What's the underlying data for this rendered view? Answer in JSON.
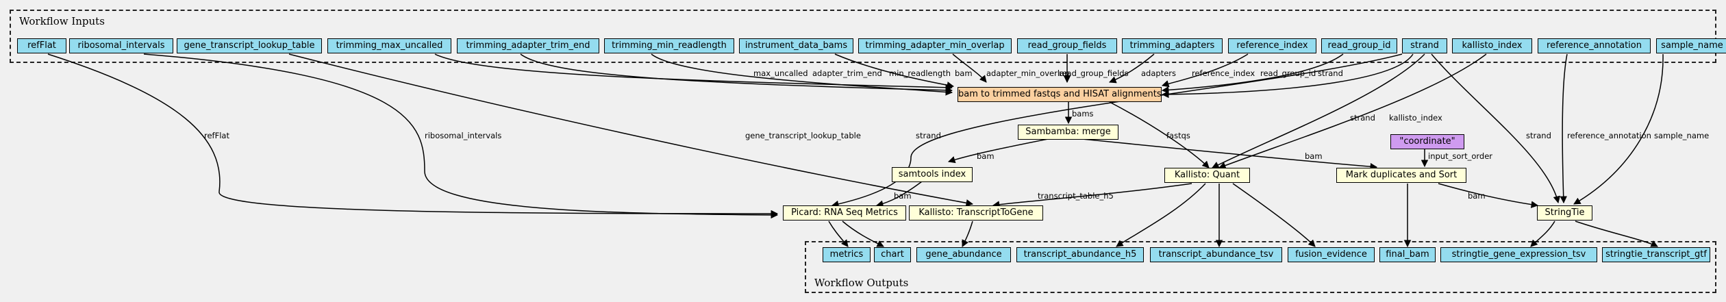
{
  "clusters": {
    "inputs_title": "Workflow Inputs",
    "outputs_title": "Workflow Outputs"
  },
  "inputs": {
    "refFlat": "refFlat",
    "ribosomal_intervals": "ribosomal_intervals",
    "gene_transcript_lookup_table": "gene_transcript_lookup_table",
    "trimming_max_uncalled": "trimming_max_uncalled",
    "trimming_adapter_trim_end": "trimming_adapter_trim_end",
    "trimming_min_readlength": "trimming_min_readlength",
    "instrument_data_bams": "instrument_data_bams",
    "trimming_adapter_min_overlap": "trimming_adapter_min_overlap",
    "read_group_fields": "read_group_fields",
    "trimming_adapters": "trimming_adapters",
    "reference_index": "reference_index",
    "read_group_id": "read_group_id",
    "strand": "strand",
    "kallisto_index": "kallisto_index",
    "reference_annotation": "reference_annotation",
    "sample_name": "sample_name"
  },
  "steps": {
    "trim_hisat": "bam to trimmed fastqs and HISAT alignments",
    "sambamba_merge": "Sambamba: merge",
    "samtools_index": "samtools index",
    "kallisto_quant": "Kallisto: Quant",
    "coordinate": "\"coordinate\"",
    "mark_dup": "Mark duplicates and Sort",
    "picard_rnaseq": "Picard: RNA Seq Metrics",
    "kallisto_t2g": "Kallisto: TranscriptToGene",
    "stringtie": "StringTie"
  },
  "outputs": {
    "metrics": "metrics",
    "chart": "chart",
    "gene_abundance": "gene_abundance",
    "transcript_abundance_h5": "transcript_abundance_h5",
    "transcript_abundance_tsv": "transcript_abundance_tsv",
    "fusion_evidence": "fusion_evidence",
    "final_bam": "final_bam",
    "stringtie_gene_expression_tsv": "stringtie_gene_expression_tsv",
    "stringtie_transcript_gtf": "stringtie_transcript_gtf"
  },
  "edge_labels": {
    "max_uncalled": "max_uncalled",
    "adapter_trim_end": "adapter_trim_end",
    "min_readlength": "min_readlength",
    "bam": "bam",
    "adapter_min_overlap": "adapter_min_overlap",
    "read_group_fields": "read_group_fields",
    "adapters": "adapters",
    "reference_index": "reference_index",
    "read_group_id": "read_group_id",
    "strand_trim": "strand",
    "refFlat": "refFlat",
    "ribosomal_intervals": "ribosomal_intervals",
    "gene_transcript_lookup_table": "gene_transcript_lookup_table",
    "bams": "bams",
    "fastqs": "fastqs",
    "strand_picard": "strand",
    "strand_kallisto": "strand",
    "kallisto_index": "kallisto_index",
    "strand_stringtie": "strand",
    "reference_annotation": "reference_annotation",
    "sample_name": "sample_name",
    "input_sort_order": "input_sort_order",
    "bam_markdup": "bam",
    "bam_samtools": "bam",
    "bam_picard": "bam",
    "transcript_table_h5": "transcript_table_h5",
    "bam_stringtie": "bam"
  }
}
